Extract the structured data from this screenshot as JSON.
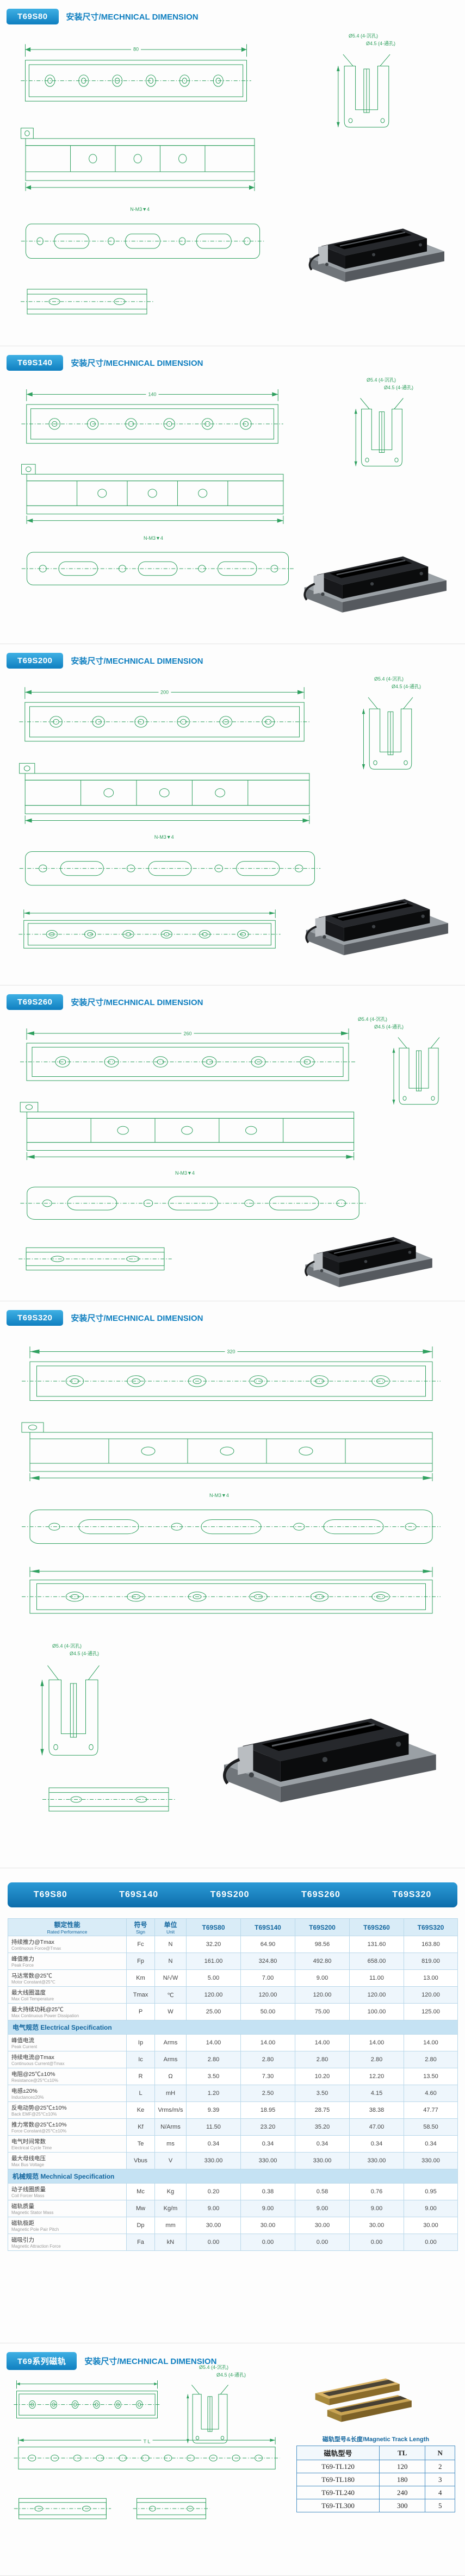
{
  "colors": {
    "accent_blue": "#0f7fc0",
    "band_blue": "#0d6dab",
    "drawing_green": "#2fa05f",
    "table_border": "#b9d8ea",
    "product_black": "#17181b",
    "magnet_gold": "#d8b264"
  },
  "sections": [
    {
      "model": "T69S80",
      "title": "安装尺寸/MECHNICAL DIMENSION",
      "length_dim": "80",
      "notes": {
        "counterbore": "Ø5.4 (4-沉孔)",
        "through": "Ø4.5 (4-通孔)",
        "tap": "N-M3▼4"
      }
    },
    {
      "model": "T69S140",
      "title": "安装尺寸/MECHNICAL DIMENSION",
      "length_dim": "140",
      "notes": {
        "counterbore": "Ø5.4 (4-沉孔)",
        "through": "Ø4.5 (4-通孔)",
        "tap": "N-M3▼4"
      }
    },
    {
      "model": "T69S200",
      "title": "安装尺寸/MECHNICAL DIMENSION",
      "length_dim": "200",
      "notes": {
        "counterbore": "Ø5.4 (4-沉孔)",
        "through": "Ø4.5 (4-通孔)",
        "tap": "N-M3▼4"
      }
    },
    {
      "model": "T69S260",
      "title": "安装尺寸/MECHNICAL DIMENSION",
      "length_dim": "260",
      "notes": {
        "counterbore": "Ø5.4 (4-沉孔)",
        "through": "Ø4.5 (4-通孔)",
        "tap": "N-M3▼4"
      }
    },
    {
      "model": "T69S320",
      "title": "安装尺寸/MECHNICAL DIMENSION",
      "length_dim": "320",
      "notes": {
        "counterbore": "Ø5.4 (4-沉孔)",
        "through": "Ø4.5 (4-通孔)",
        "tap": "N-M3▼4"
      }
    }
  ],
  "spec_table": {
    "models_band": [
      "T69S80",
      "T69S140",
      "T69S200",
      "T69S260",
      "T69S320"
    ],
    "col_headers": [
      "额定性能\nRated Performance",
      "符号\nSign",
      "单位\nUnit",
      "T69S80",
      "T69S140",
      "T69S200",
      "T69S260",
      "T69S320"
    ],
    "groups": [
      {
        "name": "",
        "rows": [
          {
            "cn": "持续推力@Tmax",
            "en": "Continuous Force@Tmax",
            "sign": "Fc",
            "unit": "N",
            "values": [
              "32.20",
              "64.90",
              "98.56",
              "131.60",
              "163.80"
            ]
          },
          {
            "cn": "峰值推力",
            "en": "Peak Force",
            "sign": "Fp",
            "unit": "N",
            "values": [
              "161.00",
              "324.80",
              "492.80",
              "658.00",
              "819.00"
            ]
          },
          {
            "cn": "马达常数@25℃",
            "en": "Motor Constant@25℃",
            "sign": "Km",
            "unit": "N/√W",
            "values": [
              "5.00",
              "7.00",
              "9.00",
              "11.00",
              "13.00"
            ]
          },
          {
            "cn": "最大线圈温度",
            "en": "Max Coil Temperature",
            "sign": "Tmax",
            "unit": "℃",
            "values": [
              "120.00",
              "120.00",
              "120.00",
              "120.00",
              "120.00"
            ]
          },
          {
            "cn": "最大持续功耗@25℃",
            "en": "Max Continuous Power Dissipation",
            "sign": "P",
            "unit": "W",
            "values": [
              "25.00",
              "50.00",
              "75.00",
              "100.00",
              "125.00"
            ]
          }
        ]
      },
      {
        "name": "电气规范 Electrical Specification",
        "rows": [
          {
            "cn": "峰值电流",
            "en": "Peak Current",
            "sign": "Ip",
            "unit": "Arms",
            "values": [
              "14.00",
              "14.00",
              "14.00",
              "14.00",
              "14.00"
            ]
          },
          {
            "cn": "持续电流@Tmax",
            "en": "Continuous Current@Tmax",
            "sign": "Ic",
            "unit": "Arms",
            "values": [
              "2.80",
              "2.80",
              "2.80",
              "2.80",
              "2.80"
            ]
          },
          {
            "cn": "电阻@25℃±10%",
            "en": "Resistance@25℃±10%",
            "sign": "R",
            "unit": "Ω",
            "values": [
              "3.50",
              "7.30",
              "10.20",
              "12.20",
              "13.50"
            ]
          },
          {
            "cn": "电感±20%",
            "en": "Inductance±20%",
            "sign": "L",
            "unit": "mH",
            "values": [
              "1.20",
              "2.50",
              "3.50",
              "4.15",
              "4.60"
            ]
          },
          {
            "cn": "反电动势@25℃±10%",
            "en": "Back EMF@25℃±10%",
            "sign": "Ke",
            "unit": "Vrms/m/s",
            "values": [
              "9.39",
              "18.95",
              "28.75",
              "38.38",
              "47.77"
            ]
          },
          {
            "cn": "推力常数@25℃±10%",
            "en": "Force Constant@25℃±10%",
            "sign": "Kf",
            "unit": "N/Arms",
            "values": [
              "11.50",
              "23.20",
              "35.20",
              "47.00",
              "58.50"
            ]
          },
          {
            "cn": "电气时间常数",
            "en": "Electrical Cycle Time",
            "sign": "Te",
            "unit": "ms",
            "values": [
              "0.34",
              "0.34",
              "0.34",
              "0.34",
              "0.34"
            ]
          },
          {
            "cn": "最大母线电压",
            "en": "Max Bus Voltage",
            "sign": "Vbus",
            "unit": "V",
            "values": [
              "330.00",
              "330.00",
              "330.00",
              "330.00",
              "330.00"
            ]
          }
        ]
      },
      {
        "name": "机械规范 Mechnical Specification",
        "rows": [
          {
            "cn": "动子线圈质量",
            "en": "Coil Forcer Mass",
            "sign": "Mc",
            "unit": "Kg",
            "values": [
              "0.20",
              "0.38",
              "0.58",
              "0.76",
              "0.95"
            ]
          },
          {
            "cn": "磁轨质量",
            "en": "Magnetic Stator Mass",
            "sign": "Mw",
            "unit": "Kg/m",
            "values": [
              "9.00",
              "9.00",
              "9.00",
              "9.00",
              "9.00"
            ]
          },
          {
            "cn": "磁轨极距",
            "en": "Magnetic Pole Pair Pitch",
            "sign": "Dp",
            "unit": "mm",
            "values": [
              "30.00",
              "30.00",
              "30.00",
              "30.00",
              "30.00"
            ]
          },
          {
            "cn": "磁吸引力",
            "en": "Magnetic Attraction Force",
            "sign": "Fa",
            "unit": "kN",
            "values": [
              "0.00",
              "0.00",
              "0.00",
              "0.00",
              "0.00"
            ]
          }
        ]
      }
    ]
  },
  "track_section": {
    "model": "T69系列磁轨",
    "title": "安装尺寸/MECHNICAL DIMENSION",
    "length_dim": "T L",
    "notes": {
      "counterbore": "Ø5.4 (4-沉孔)",
      "through": "Ø4.5 (4-通孔)"
    },
    "table": {
      "title": "磁轨型号&长度/Magnetic Track Length",
      "headers": [
        "磁轨型号",
        "TL",
        "N"
      ],
      "rows": [
        [
          "T69-TL120",
          "120",
          "2"
        ],
        [
          "T69-TL180",
          "180",
          "3"
        ],
        [
          "T69-TL240",
          "240",
          "4"
        ],
        [
          "T69-TL300",
          "300",
          "5"
        ]
      ]
    }
  }
}
